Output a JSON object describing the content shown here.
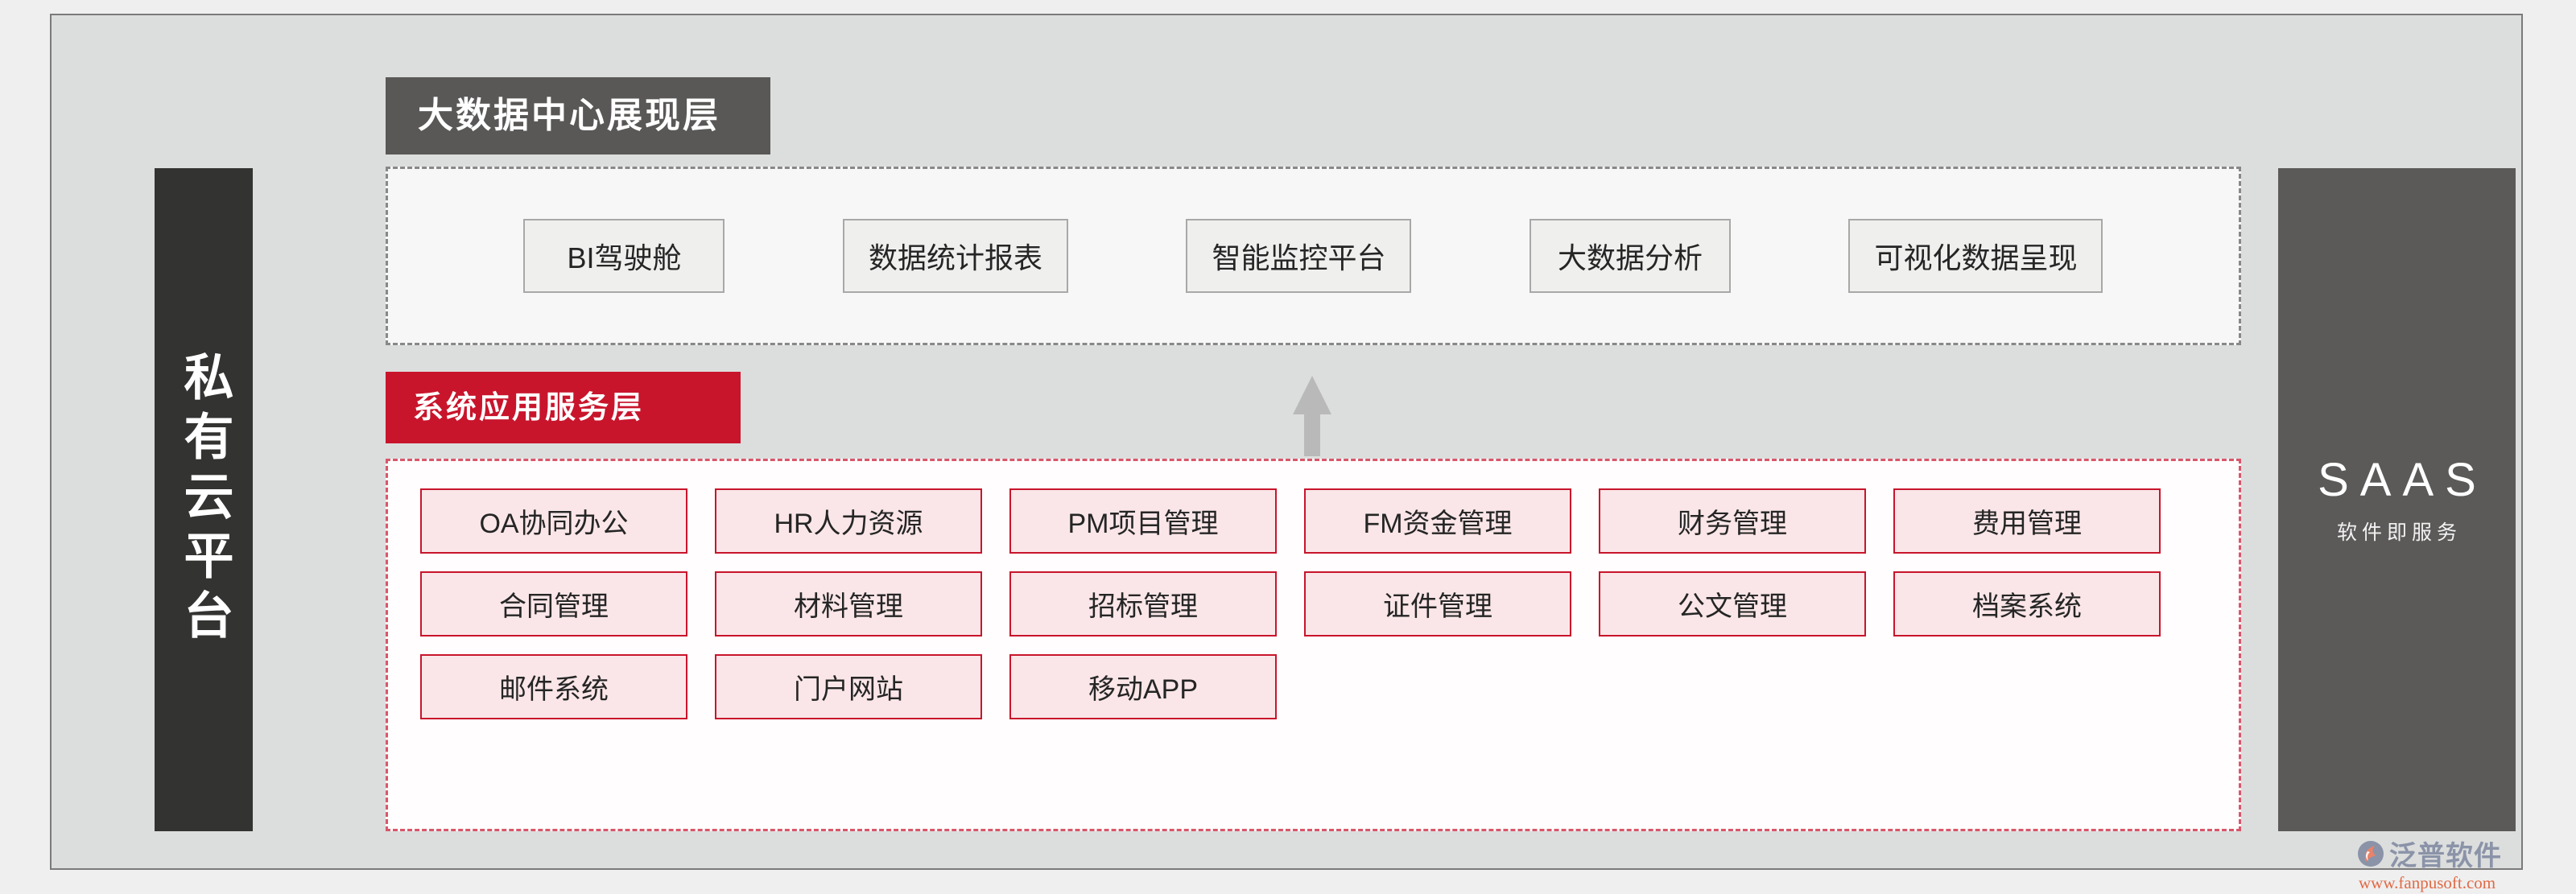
{
  "diagram": {
    "left_panel": {
      "label": "私有云平台"
    },
    "right_panel": {
      "title": "SAAS",
      "subtitle": "软件即服务"
    },
    "sections": [
      {
        "header": "大数据中心展现层",
        "header_color": "#595856",
        "border_style": "dashed-gray",
        "items": [
          "BI驾驶舱",
          "数据统计报表",
          "智能监控平台",
          "大数据分析",
          "可视化数据呈现"
        ]
      },
      {
        "header": "系统应用服务层",
        "header_color": "#c8152c",
        "border_style": "dashed-red",
        "rows": [
          [
            "OA协同办公",
            "HR人力资源",
            "PM项目管理",
            "FM资金管理",
            "财务管理",
            "费用管理"
          ],
          [
            "合同管理",
            "材料管理",
            "招标管理",
            "证件管理",
            "公文管理",
            "档案系统"
          ],
          [
            "邮件系统",
            "门户网站",
            "移动APP"
          ]
        ]
      }
    ],
    "arrow": {
      "direction": "up",
      "color": "#b9b9b9"
    },
    "watermark": {
      "name": "泛普软件",
      "url": "www.fanpusoft.com"
    },
    "colors": {
      "canvas_bg": "#dcdedd",
      "accent_red": "#c8152c",
      "dark_panel": "#333332",
      "gray_panel": "#5b5a59",
      "chip_pink_bg": "#fae6e8",
      "chip_gray_bg": "#efefee"
    }
  }
}
